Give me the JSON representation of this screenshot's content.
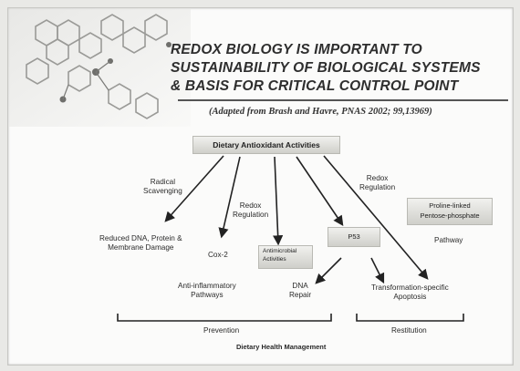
{
  "title": {
    "line1": "REDOX BIOLOGY IS IMPORTANT TO",
    "line2": "SUSTAINABILITY OF BIOLOGICAL SYSTEMS",
    "line3": "& BASIS FOR CRITICAL CONTROL POINT"
  },
  "subtitle": "(Adapted from Brash and Havre, PNAS 2002; 99,13969)",
  "top_node": "Dietary Antioxidant Activities",
  "edges": {
    "radical_scavenging": [
      "Radical",
      "Scavenging"
    ],
    "redox_regulation_left": [
      "Redox",
      "Regulation"
    ],
    "redox_regulation_right": [
      "Redox",
      "Regulation"
    ]
  },
  "nodes": {
    "reduced_damage": [
      "Reduced DNA, Protein &",
      "Membrane Damage"
    ],
    "cox2": "Cox-2",
    "antimicrobial": [
      "Antimicrobial",
      "Activities"
    ],
    "p53": "P53",
    "proline": [
      "Proline-linked",
      "Pentose-phosphate"
    ],
    "pathway": "Pathway",
    "anti_inflammatory": [
      "Anti-inflammatory",
      "Pathways"
    ],
    "dna_repair": [
      "DNA",
      "Repair"
    ],
    "transformation": [
      "Transformation-specific",
      "Apoptosis"
    ]
  },
  "groups": {
    "prevention": "Prevention",
    "restitution": "Restitution",
    "management": "Dietary Health Management"
  }
}
